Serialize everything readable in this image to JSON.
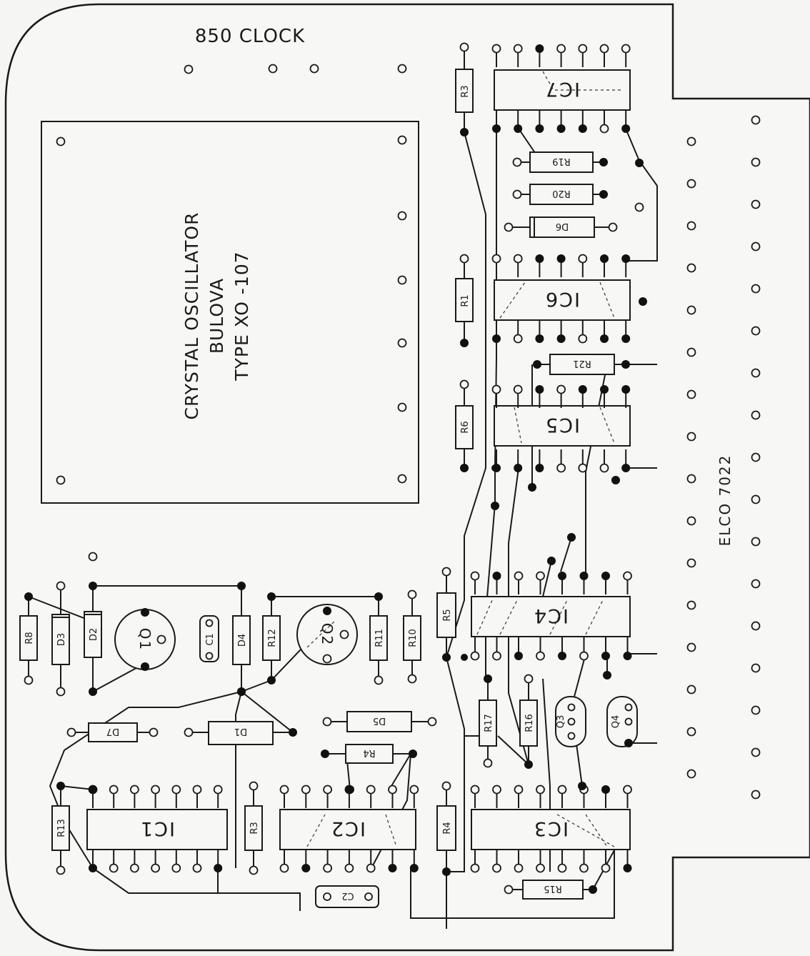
{
  "title": "850 CLOCK",
  "oscillator": {
    "line1": "CRYSTAL OSCILLATOR",
    "line2": "BULOVA",
    "line3": "TYPE XO -107"
  },
  "connector": "ELCO  7022",
  "ics": [
    "IC7",
    "IC6",
    "IC5",
    "IC4",
    "IC3",
    "IC2",
    "IC1"
  ],
  "resistors": {
    "R3_top": "R3",
    "R1": "R1",
    "R6": "R6",
    "R5": "R5",
    "R19": "R19",
    "R20": "R20",
    "R21": "R21",
    "R8": "R8",
    "R12": "R12",
    "R11": "R11",
    "R10": "R10",
    "R17": "R17",
    "R16": "R16",
    "R15": "R15",
    "R4_top": "R4",
    "R4_left": "R4",
    "R3_bottom": "R3",
    "R13": "R13"
  },
  "diodes": {
    "D3": "D3",
    "D2": "D2",
    "D4": "D4",
    "D1": "D1",
    "D5": "D5",
    "D6": "D6",
    "D7": "D7"
  },
  "transistors": {
    "Q1": "Q1",
    "Q2": "Q2",
    "Q3": "Q3",
    "Q4": "Q4"
  },
  "capacitors": {
    "C1": "C1",
    "C2": "C2"
  }
}
